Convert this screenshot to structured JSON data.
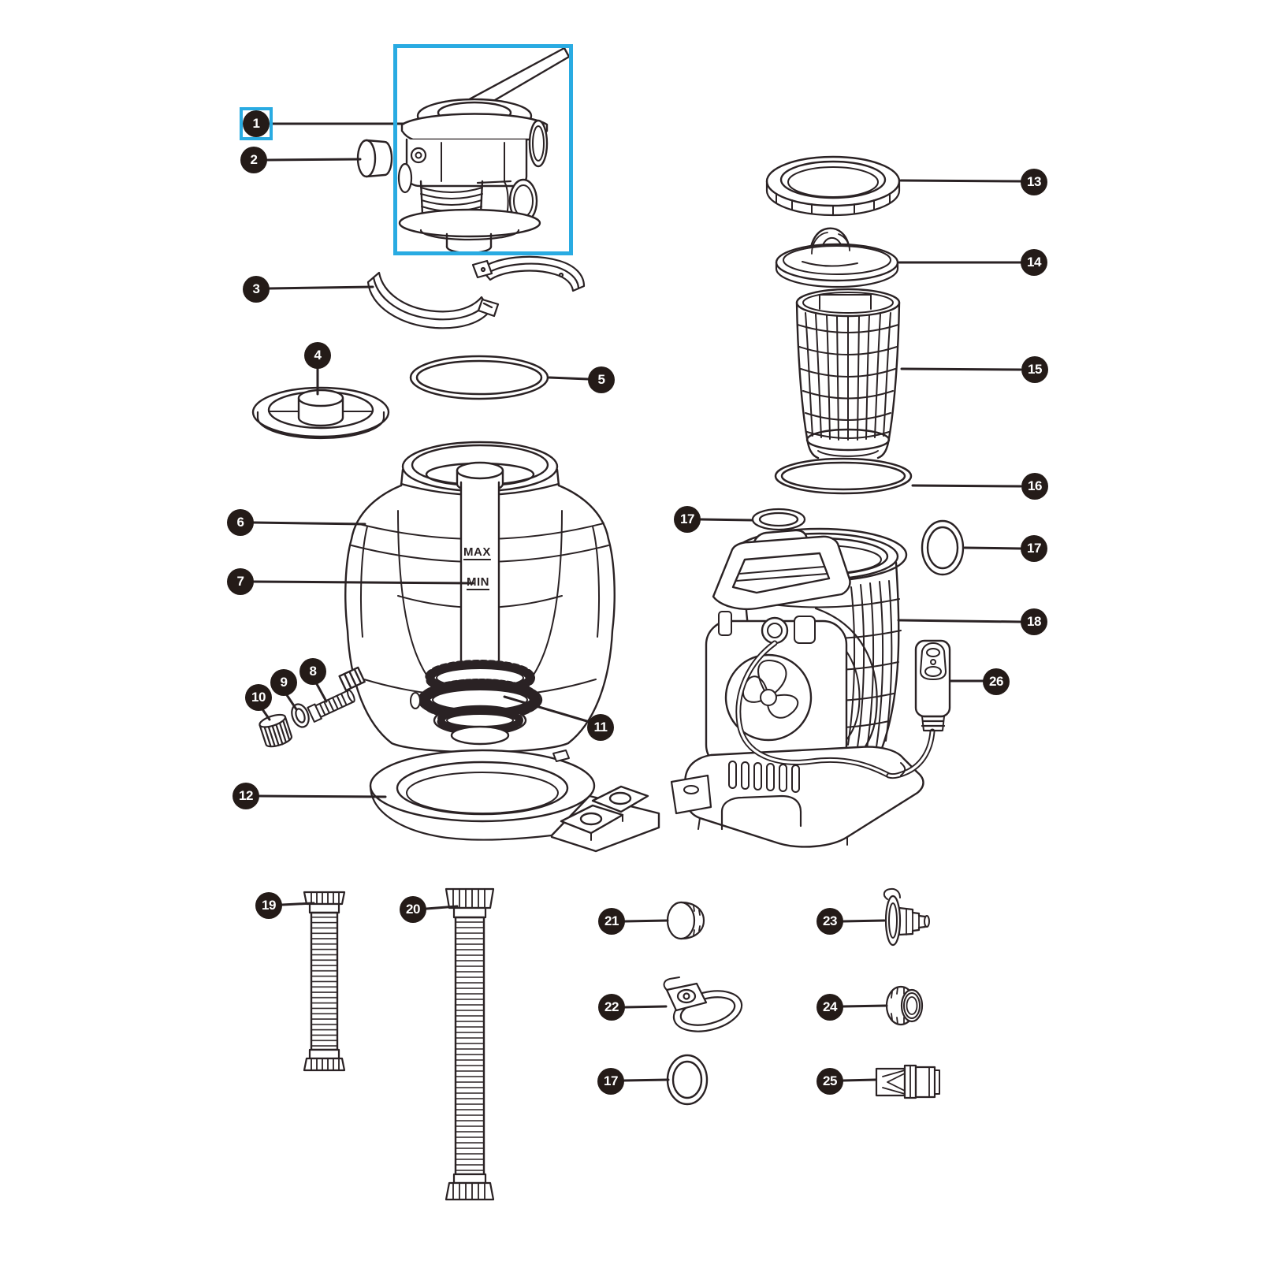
{
  "diagram": {
    "kind": "exploded-parts-diagram",
    "subject": "sand-filter-pump"
  },
  "colors": {
    "ink": "#2a2224",
    "highlight": "#29abe2",
    "paper": "#ffffff",
    "callout-bg": "#241b18",
    "callout-fg": "#ffffff"
  },
  "labels": {
    "max": "MAX",
    "min": "MIN"
  },
  "selected_callout": "1",
  "callouts": [
    {
      "number": "1",
      "part": "multiport-valve",
      "selected": true
    },
    {
      "number": "2",
      "part": "valve-plug"
    },
    {
      "number": "3",
      "part": "flange-clamp"
    },
    {
      "number": "4",
      "part": "water-diffuser"
    },
    {
      "number": "5",
      "part": "tank-o-ring"
    },
    {
      "number": "6",
      "part": "filter-tank"
    },
    {
      "number": "7",
      "part": "standpipe"
    },
    {
      "number": "8",
      "part": "drain-screw"
    },
    {
      "number": "9",
      "part": "drain-washer"
    },
    {
      "number": "10",
      "part": "drain-cap"
    },
    {
      "number": "11",
      "part": "lateral-assembly"
    },
    {
      "number": "12",
      "part": "tank-base"
    },
    {
      "number": "13",
      "part": "locking-ring"
    },
    {
      "number": "14",
      "part": "pump-lid"
    },
    {
      "number": "15",
      "part": "strainer-basket"
    },
    {
      "number": "16",
      "part": "lid-o-ring"
    },
    {
      "number": "17",
      "part": "seal-o-ring-left"
    },
    {
      "number": "17",
      "part": "seal-o-ring-right"
    },
    {
      "number": "18",
      "part": "pump-motor-assembly"
    },
    {
      "number": "26",
      "part": "rcd-power-plug"
    },
    {
      "number": "19",
      "part": "short-hose"
    },
    {
      "number": "20",
      "part": "long-hose"
    },
    {
      "number": "21",
      "part": "cap-fitting"
    },
    {
      "number": "23",
      "part": "drain-connector"
    },
    {
      "number": "22",
      "part": "hose-clamp"
    },
    {
      "number": "24",
      "part": "adapter-nut"
    },
    {
      "number": "17",
      "part": "seal-o-ring-bottom"
    },
    {
      "number": "25",
      "part": "hose-adapter"
    }
  ]
}
